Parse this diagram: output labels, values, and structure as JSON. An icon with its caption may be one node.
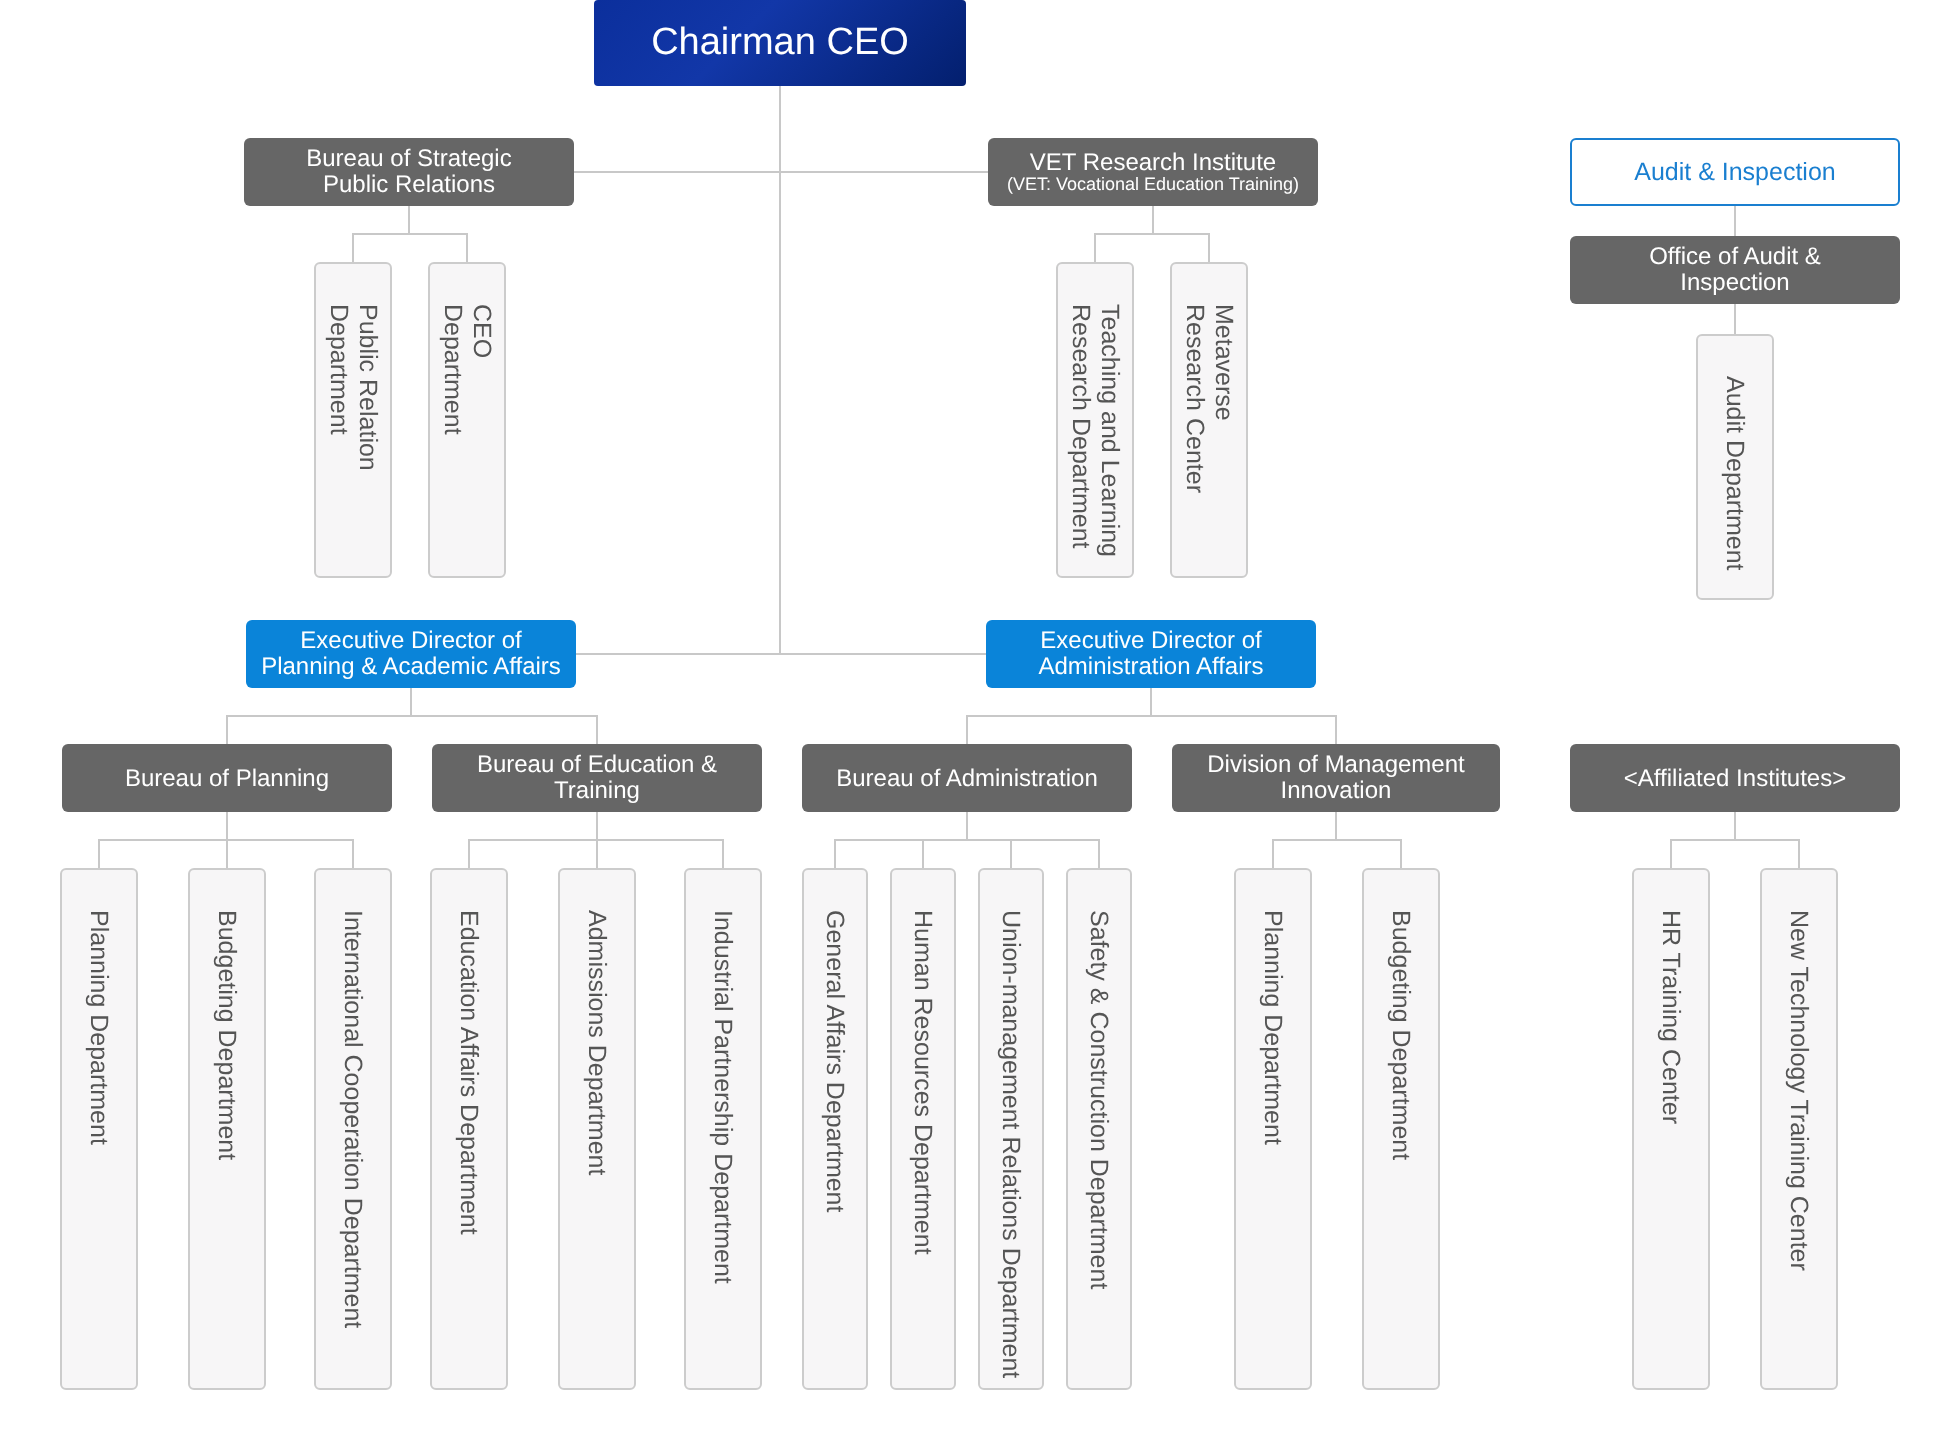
{
  "diagram": {
    "nodes": [
      {
        "text": [
          "Chairman CEO"
        ]
      },
      {
        "text": [
          "Bureau of Strategic Public Relations"
        ]
      },
      {
        "text": [
          "Public Relation Department"
        ]
      },
      {
        "text": [
          "CEO Department"
        ]
      },
      {
        "text": [
          "VET Research Institute",
          "(VET: Vocational Education Training)"
        ]
      },
      {
        "text": [
          "Teaching and Learning Research Department"
        ]
      },
      {
        "text": [
          "Metaverse Research Center"
        ]
      },
      {
        "text": [
          "Audit & Inspection"
        ]
      },
      {
        "text": [
          "Office of Audit & Inspection"
        ]
      },
      {
        "text": [
          "Audit Department"
        ]
      },
      {
        "text": [
          "Executive Director of Planning & Academic Affairs"
        ]
      },
      {
        "text": [
          "Executive Director of Administration Affairs"
        ]
      },
      {
        "text": [
          "Bureau of Planning"
        ]
      },
      {
        "text": [
          "Bureau of Education & Training"
        ]
      },
      {
        "text": [
          "Bureau of Administration"
        ]
      },
      {
        "text": [
          "Division of Management Innovation"
        ]
      },
      {
        "text": [
          "<Affiliated Institutes>"
        ]
      },
      {
        "text": [
          "Planning Department"
        ]
      },
      {
        "text": [
          "Budgeting Department"
        ]
      },
      {
        "text": [
          "International Cooperation Department"
        ]
      },
      {
        "text": [
          "Education Affairs Department"
        ]
      },
      {
        "text": [
          "Admissions Department"
        ]
      },
      {
        "text": [
          "Industrial Partnership Department"
        ]
      },
      {
        "text": [
          "General Affairs Department"
        ]
      },
      {
        "text": [
          "Human Resources Department"
        ]
      },
      {
        "text": [
          "Union-management Relations Department"
        ]
      },
      {
        "text": [
          "Safety & Construction Department"
        ]
      },
      {
        "text": [
          "Planning Department"
        ]
      },
      {
        "text": [
          "Budgeting Department"
        ]
      },
      {
        "text": [
          "HR Training Center"
        ]
      },
      {
        "text": [
          "New Technology Training Center"
        ]
      }
    ],
    "edges": [
      {
        "from": 0,
        "to": 1,
        "arrow": "none"
      },
      {
        "from": 0,
        "to": 4,
        "arrow": "none"
      },
      {
        "from": 0,
        "to": 10,
        "arrow": "none"
      },
      {
        "from": 0,
        "to": 11,
        "arrow": "none"
      },
      {
        "from": 1,
        "to": 2,
        "arrow": "none"
      },
      {
        "from": 1,
        "to": 3,
        "arrow": "none"
      },
      {
        "from": 4,
        "to": 5,
        "arrow": "none"
      },
      {
        "from": 4,
        "to": 6,
        "arrow": "none"
      },
      {
        "from": 7,
        "to": 8,
        "arrow": "none"
      },
      {
        "from": 8,
        "to": 9,
        "arrow": "none"
      },
      {
        "from": 10,
        "to": 12,
        "arrow": "none"
      },
      {
        "from": 10,
        "to": 13,
        "arrow": "none"
      },
      {
        "from": 11,
        "to": 14,
        "arrow": "none"
      },
      {
        "from": 11,
        "to": 15,
        "arrow": "none"
      },
      {
        "from": 12,
        "to": 17,
        "arrow": "none"
      },
      {
        "from": 12,
        "to": 18,
        "arrow": "none"
      },
      {
        "from": 12,
        "to": 19,
        "arrow": "none"
      },
      {
        "from": 13,
        "to": 20,
        "arrow": "none"
      },
      {
        "from": 13,
        "to": 21,
        "arrow": "none"
      },
      {
        "from": 13,
        "to": 22,
        "arrow": "none"
      },
      {
        "from": 14,
        "to": 23,
        "arrow": "none"
      },
      {
        "from": 14,
        "to": 24,
        "arrow": "none"
      },
      {
        "from": 14,
        "to": 25,
        "arrow": "none"
      },
      {
        "from": 14,
        "to": 26,
        "arrow": "none"
      },
      {
        "from": 15,
        "to": 27,
        "arrow": "none"
      },
      {
        "from": 15,
        "to": 28,
        "arrow": "none"
      },
      {
        "from": 16,
        "to": 29,
        "arrow": "none"
      },
      {
        "from": 16,
        "to": 30,
        "arrow": "none"
      }
    ]
  }
}
